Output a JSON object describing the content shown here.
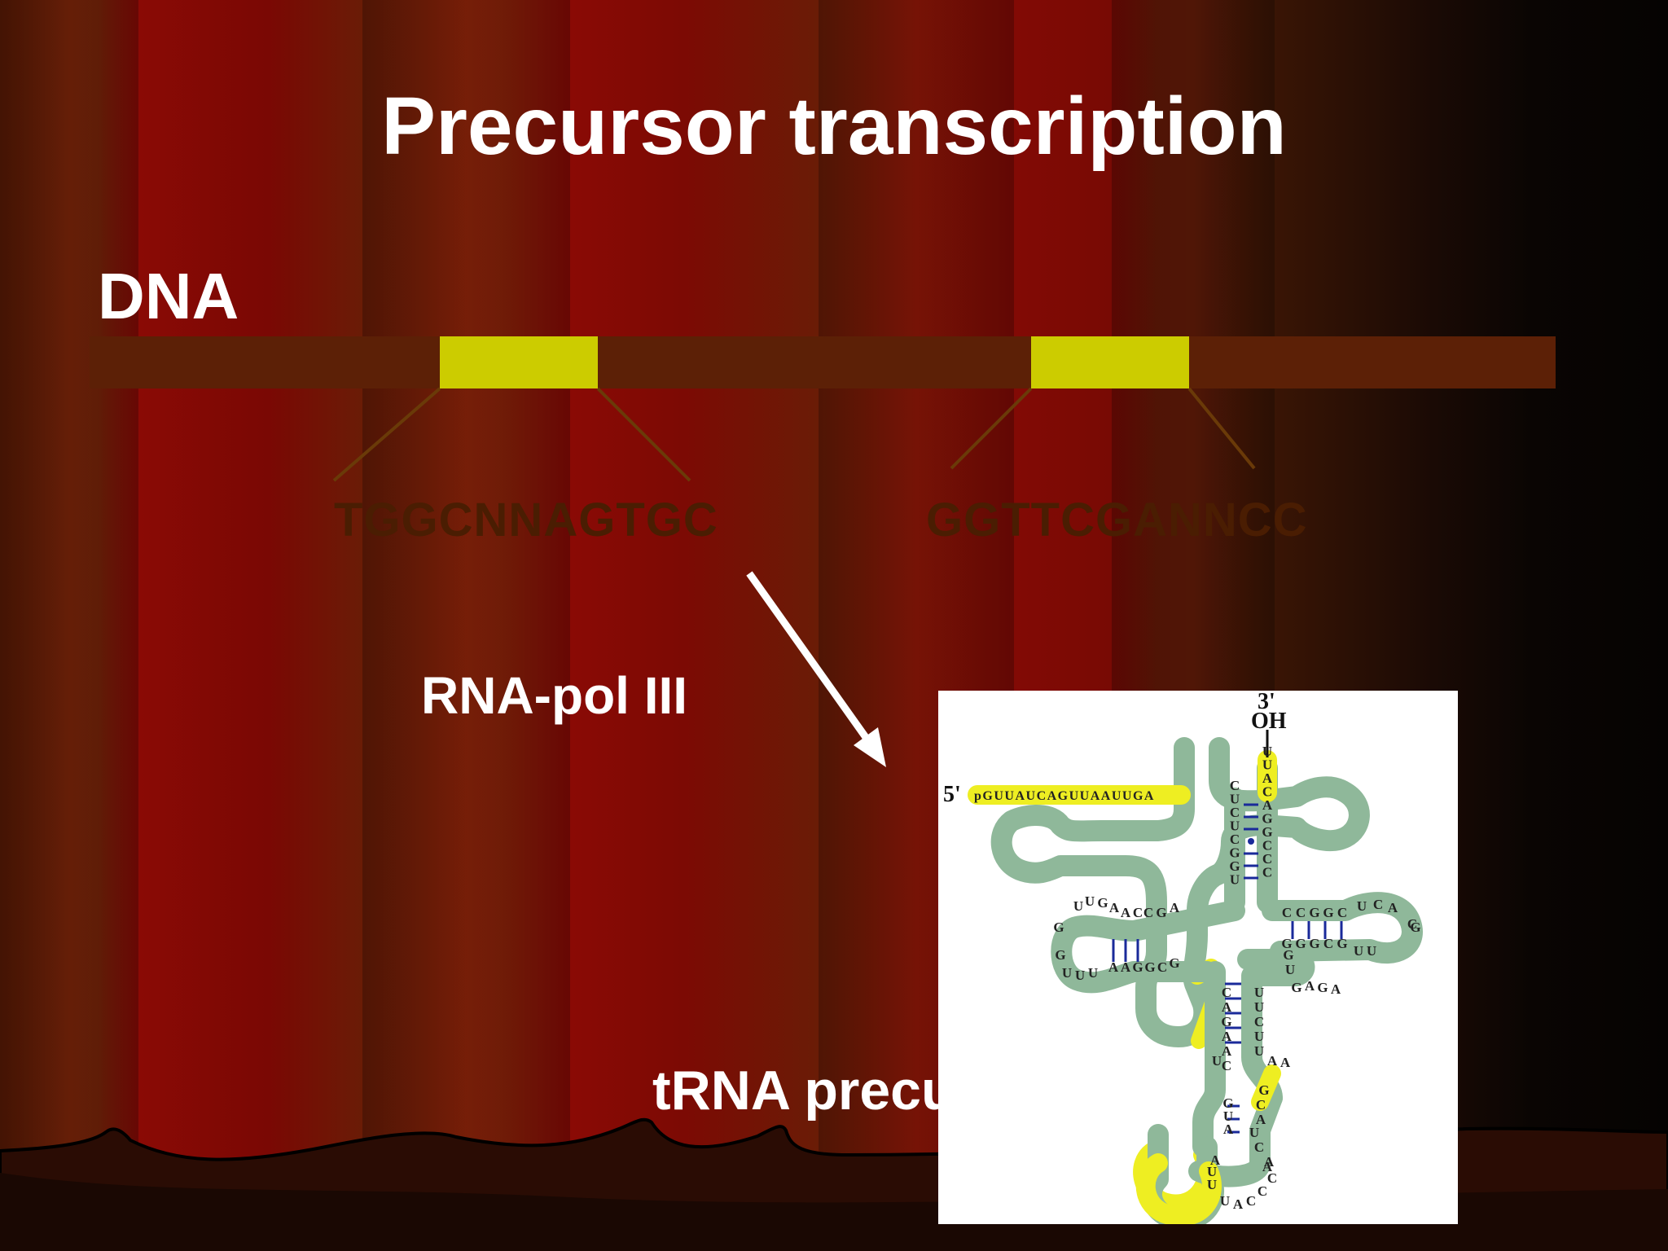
{
  "slide": {
    "title": "Precursor transcription",
    "dna_label": "DNA",
    "box_a_sequence": "TGGCNNAGTGC",
    "box_b_sequence": "GGTTCGANNCC",
    "enzyme_label": "RNA-pol III",
    "product_label": "tRNA precu"
  },
  "trna": {
    "three_prime_label": "3'",
    "oh_label": "OH",
    "five_prime_label": "5'",
    "leader_sequence": "pGUUAUCAGUUAAUUGA",
    "acceptor_3prime_strand": [
      "U",
      "U",
      "A",
      "C",
      "A",
      "G",
      "G",
      "C",
      "C",
      "C"
    ],
    "acceptor_5prime_strand": [
      "C",
      "U",
      "C",
      "U",
      "C",
      "G",
      "G",
      "U"
    ],
    "d_arm_top": [
      "U",
      "U",
      "G",
      "A",
      "A",
      "C",
      "C",
      "G",
      "A"
    ],
    "d_arm_bottom": [
      "U",
      "U",
      "U",
      "A",
      "A",
      "G",
      "G",
      "C",
      "G"
    ],
    "d_loop": [
      "G",
      "G"
    ],
    "t_arm_top": [
      "C",
      "C",
      "G",
      "G",
      "C",
      "U",
      "C",
      "A"
    ],
    "t_arm_bottom": [
      "G",
      "G",
      "G",
      "C",
      "G",
      "U",
      "U",
      "C"
    ],
    "t_loop": [
      "G"
    ],
    "variable_region": [
      "G",
      "U",
      "G",
      "A",
      "G",
      "A"
    ],
    "anticodon_stem_left": [
      "C",
      "A",
      "G",
      "A",
      "A",
      "C",
      "U"
    ],
    "anticodon_stem_right": [
      "U",
      "U",
      "C",
      "U",
      "U",
      "A",
      "A"
    ],
    "intron_region": [
      "G",
      "C",
      "A",
      "U",
      "C",
      "A"
    ],
    "anticodon_loop": [
      "A",
      "U",
      "U",
      "U",
      "A",
      "C",
      "C",
      "C",
      "A"
    ],
    "lower_stem_left": [
      "G",
      "U",
      "A"
    ]
  },
  "colors": {
    "background": "#7a0804",
    "gene_box": "#cccc00",
    "strand": "#5c2006",
    "trna_backbone": "#8fb89a",
    "trna_highlight": "#eeee22",
    "base_pair": "#1a2a9a"
  }
}
